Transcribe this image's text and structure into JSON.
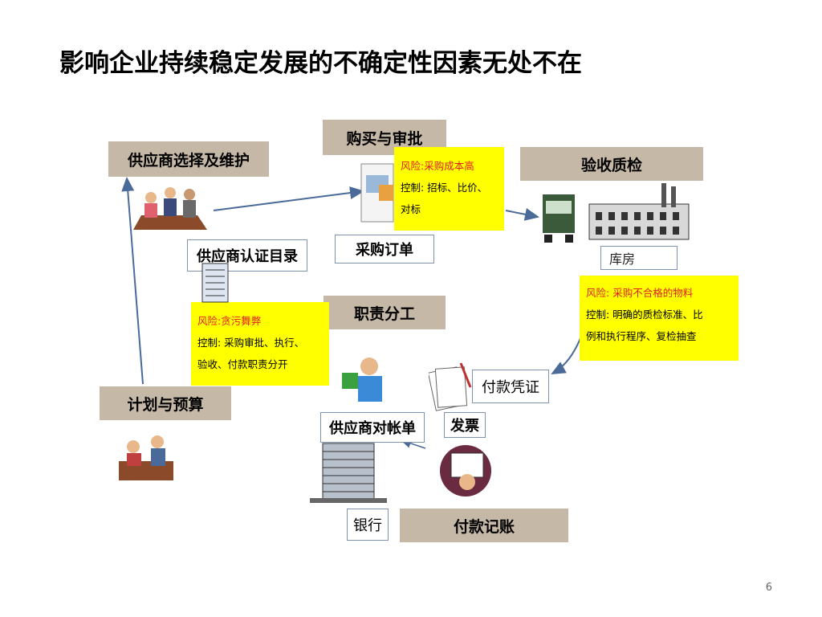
{
  "title": "影响企业持续稳定发展的不确定性因素无处不在",
  "boxes": {
    "supplier_select": "供应商选择及维护",
    "purchase_approve": "购买与审批",
    "inspection": "验收质检",
    "supplier_catalog": "供应商认证目录",
    "purchase_order": "采购订单",
    "warehouse": "库房",
    "duty_separation": "职责分工",
    "payment_voucher": "付款凭证",
    "plan_budget": "计划与预算",
    "statement": "供应商对帐单",
    "invoice": "发票",
    "bank": "银行",
    "payment_record": "付款记账"
  },
  "risks": {
    "purchase": {
      "risk_label": "风险:",
      "risk_text": "采购成本高",
      "control_line1": "控制: 招标、比价、",
      "control_line2": "对标"
    },
    "quality": {
      "risk_label": "风险:",
      "risk_text": "采购不合格的物料",
      "control_line1": "控制: 明确的质检标准、比",
      "control_line2": "例和执行程序、复检抽查"
    },
    "fraud": {
      "risk_label": "风险:",
      "risk_text": "贪污舞弊",
      "control_line1": "控制: 采购审批、执行、",
      "control_line2": "验收、付款职责分开"
    }
  },
  "page_number": "6",
  "colors": {
    "tan_box": "#c5b8a6",
    "risk_box": "#ffff00",
    "risk_text": "#e02020",
    "arrow": "#4a6a9a"
  }
}
